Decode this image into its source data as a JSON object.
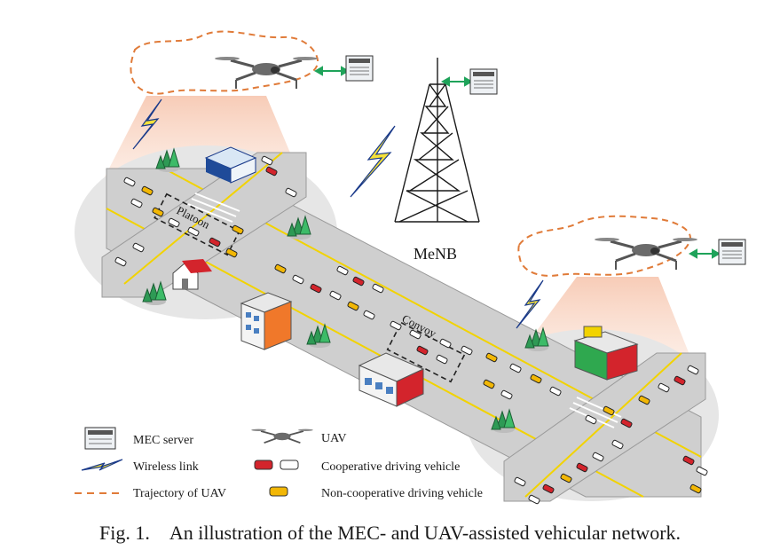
{
  "labels": {
    "tower": "MeNB",
    "platoon": "Platoon",
    "convoy": "Convoy"
  },
  "legend": {
    "mec_server": "MEC server",
    "uav": "UAV",
    "wireless_link": "Wireless link",
    "coop_vehicle": "Cooperative driving vehicle",
    "trajectory": "Trajectory of UAV",
    "noncoop_vehicle": "Non-cooperative driving vehicle"
  },
  "caption": {
    "number": "Fig. 1.",
    "text": "An illustration of the MEC- and UAV-assisted vehicular network."
  },
  "icons": [
    "uav-icon",
    "mec-server-icon",
    "lightning-icon",
    "tower-icon",
    "tree-icon",
    "building-icon",
    "house-icon",
    "car-icon"
  ],
  "colors": {
    "trajectory": "#e07b39",
    "coverage": "#f7c9b3",
    "ground": "#e6e6e6",
    "road": "#cfcfcf",
    "lane_line": "#f2d300",
    "link_arrow": "#1fa35a",
    "lightning": "#f5e13a",
    "coop_vehicle": "#d3242c",
    "noncoop_vehicle": "#f2b705"
  }
}
